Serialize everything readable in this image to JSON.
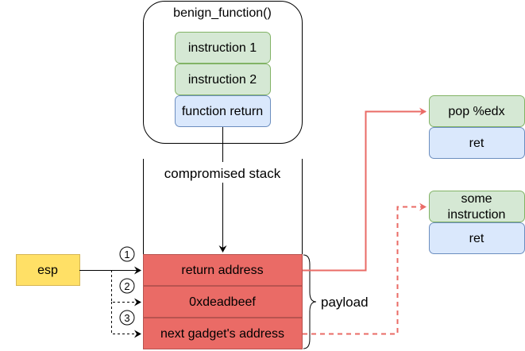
{
  "benign": {
    "title": "benign_function()",
    "instructions": [
      "instruction 1",
      "instruction 2"
    ],
    "return_label": "function return"
  },
  "stack": {
    "title": "compromised stack",
    "cells": [
      "return address",
      "0xdeadbeef",
      "next gadget's address"
    ],
    "payload_label": "payload"
  },
  "esp": {
    "label": "esp"
  },
  "steps": [
    "1",
    "2",
    "3"
  ],
  "gadgets": [
    {
      "instruction": "pop %edx",
      "ret": "ret"
    },
    {
      "instruction_lines": [
        "some",
        "instruction"
      ],
      "ret": "ret"
    }
  ],
  "colors": {
    "green_fill": "#d5e8d4",
    "green_stroke": "#82b366",
    "blue_fill": "#dae8fc",
    "blue_stroke": "#6c8ebf",
    "red_fill": "#ea6b66",
    "red_stroke": "#b85450",
    "esp_fill": "#ffe066",
    "esp_stroke": "#d6b656",
    "arrow_red": "#ea6b66"
  }
}
